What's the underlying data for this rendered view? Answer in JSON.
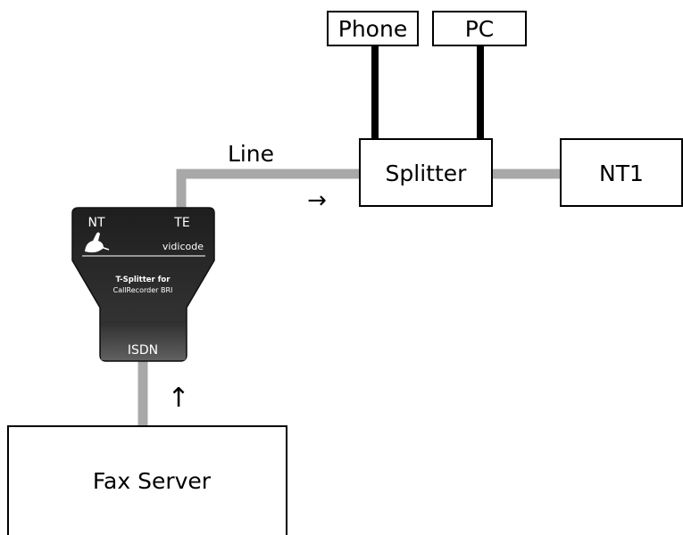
{
  "boxes": {
    "phone": "Phone",
    "pc": "PC",
    "splitter": "Splitter",
    "nt1": "NT1",
    "fax_server": "Fax Server"
  },
  "line_label": "Line",
  "arrows": {
    "right": "→",
    "up": "↑"
  },
  "device": {
    "port_nt": "NT",
    "port_te": "TE",
    "brand": "vidicode",
    "name": "T-Splitter for",
    "subname": "CallRecorder BRI",
    "port_isdn": "ISDN"
  },
  "colors": {
    "cable_thick": "#000000",
    "cable_gray": "#a8a8a8",
    "device_body": "#2b2b2b",
    "device_text": "#ffffff"
  }
}
